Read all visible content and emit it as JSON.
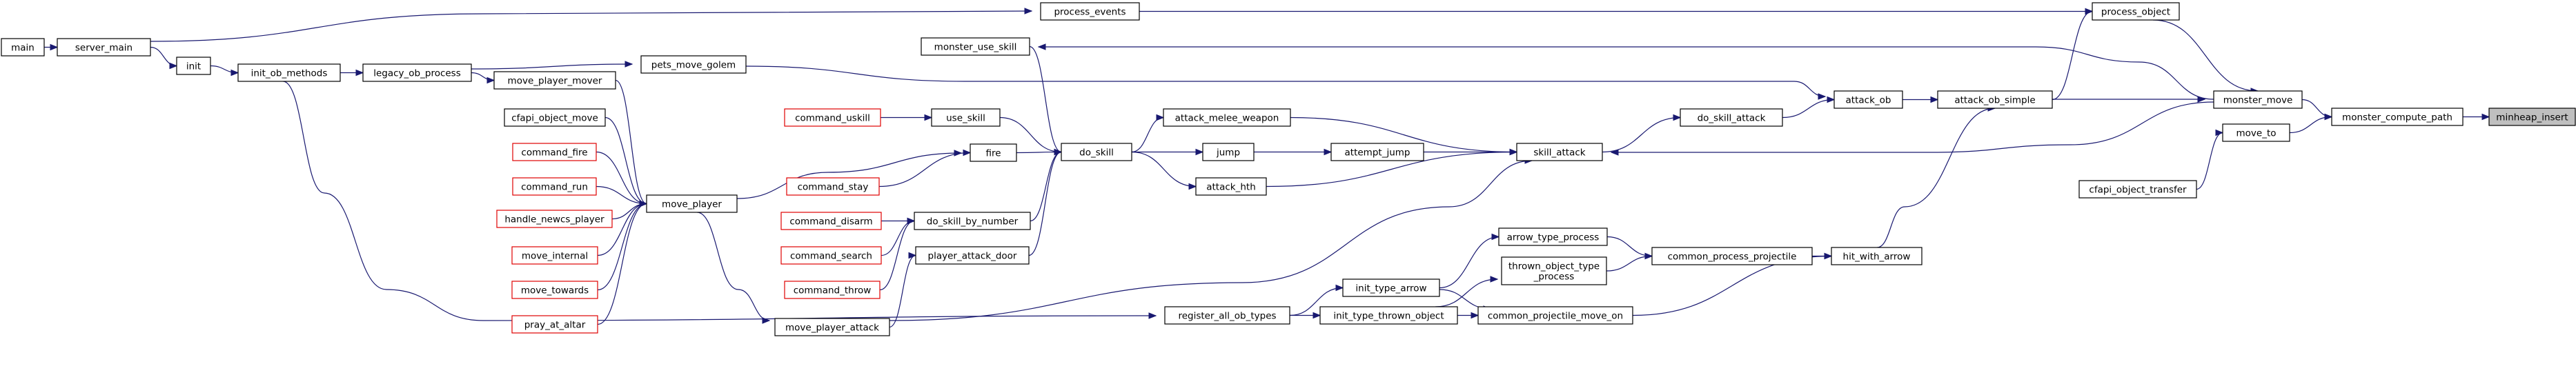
{
  "colors": {
    "edge": "#191970",
    "node_border": "#000000",
    "node_border_external": "#e00000",
    "node_fill": "#ffffff",
    "node_fill_root": "#bfbfbf"
  },
  "graph": {
    "type": "caller-graph",
    "nodes": [
      {
        "id": "main",
        "label": [
          "main"
        ],
        "style": "normal"
      },
      {
        "id": "server_main",
        "label": [
          "server_main"
        ],
        "style": "normal"
      },
      {
        "id": "init",
        "label": [
          "init"
        ],
        "style": "normal"
      },
      {
        "id": "init_ob_methods",
        "label": [
          "init_ob_methods"
        ],
        "style": "normal"
      },
      {
        "id": "legacy_ob_process",
        "label": [
          "legacy_ob_process"
        ],
        "style": "normal"
      },
      {
        "id": "process_events",
        "label": [
          "process_events"
        ],
        "style": "normal"
      },
      {
        "id": "move_player_mover",
        "label": [
          "move_player_mover"
        ],
        "style": "normal"
      },
      {
        "id": "pets_move_golem",
        "label": [
          "pets_move_golem"
        ],
        "style": "normal"
      },
      {
        "id": "cfapi_object_move",
        "label": [
          "cfapi_object_move"
        ],
        "style": "normal"
      },
      {
        "id": "command_fire",
        "label": [
          "command_fire"
        ],
        "style": "external"
      },
      {
        "id": "command_run",
        "label": [
          "command_run"
        ],
        "style": "external"
      },
      {
        "id": "handle_newcs_player",
        "label": [
          "handle_newcs_player"
        ],
        "style": "external"
      },
      {
        "id": "move_internal",
        "label": [
          "move_internal"
        ],
        "style": "external"
      },
      {
        "id": "move_towards",
        "label": [
          "move_towards"
        ],
        "style": "external"
      },
      {
        "id": "pray_at_altar",
        "label": [
          "pray_at_altar"
        ],
        "style": "external"
      },
      {
        "id": "move_player",
        "label": [
          "move_player"
        ],
        "style": "normal"
      },
      {
        "id": "move_player_attack",
        "label": [
          "move_player_attack"
        ],
        "style": "normal"
      },
      {
        "id": "monster_use_skill",
        "label": [
          "monster_use_skill"
        ],
        "style": "normal"
      },
      {
        "id": "command_uskill",
        "label": [
          "command_uskill"
        ],
        "style": "external"
      },
      {
        "id": "use_skill",
        "label": [
          "use_skill"
        ],
        "style": "normal"
      },
      {
        "id": "fire",
        "label": [
          "fire"
        ],
        "style": "normal"
      },
      {
        "id": "command_stay",
        "label": [
          "command_stay"
        ],
        "style": "external"
      },
      {
        "id": "command_disarm",
        "label": [
          "command_disarm"
        ],
        "style": "external"
      },
      {
        "id": "command_search",
        "label": [
          "command_search"
        ],
        "style": "external"
      },
      {
        "id": "command_throw",
        "label": [
          "command_throw"
        ],
        "style": "external"
      },
      {
        "id": "do_skill_by_number",
        "label": [
          "do_skill_by_number"
        ],
        "style": "normal"
      },
      {
        "id": "player_attack_door",
        "label": [
          "player_attack_door"
        ],
        "style": "normal"
      },
      {
        "id": "do_skill",
        "label": [
          "do_skill"
        ],
        "style": "normal"
      },
      {
        "id": "attack_melee_weapon",
        "label": [
          "attack_melee_weapon"
        ],
        "style": "normal"
      },
      {
        "id": "jump",
        "label": [
          "jump"
        ],
        "style": "normal"
      },
      {
        "id": "attack_hth",
        "label": [
          "attack_hth"
        ],
        "style": "normal"
      },
      {
        "id": "attempt_jump",
        "label": [
          "attempt_jump"
        ],
        "style": "normal"
      },
      {
        "id": "skill_attack",
        "label": [
          "skill_attack"
        ],
        "style": "normal"
      },
      {
        "id": "do_skill_attack",
        "label": [
          "do_skill_attack"
        ],
        "style": "normal"
      },
      {
        "id": "attack_ob",
        "label": [
          "attack_ob"
        ],
        "style": "normal"
      },
      {
        "id": "attack_ob_simple",
        "label": [
          "attack_ob_simple"
        ],
        "style": "normal"
      },
      {
        "id": "process_object",
        "label": [
          "process_object"
        ],
        "style": "normal"
      },
      {
        "id": "monster_move",
        "label": [
          "monster_move"
        ],
        "style": "normal"
      },
      {
        "id": "move_to",
        "label": [
          "move_to"
        ],
        "style": "normal"
      },
      {
        "id": "cfapi_object_transfer",
        "label": [
          "cfapi_object_transfer"
        ],
        "style": "normal"
      },
      {
        "id": "monster_compute_path",
        "label": [
          "monster_compute_path"
        ],
        "style": "normal"
      },
      {
        "id": "minheap_insert",
        "label": [
          "minheap_insert"
        ],
        "style": "root"
      },
      {
        "id": "arrow_type_process",
        "label": [
          "arrow_type_process"
        ],
        "style": "normal"
      },
      {
        "id": "thrown_object_type_process",
        "label": [
          "thrown_object_type",
          "_process"
        ],
        "style": "normal"
      },
      {
        "id": "common_process_projectile",
        "label": [
          "common_process_projectile"
        ],
        "style": "normal"
      },
      {
        "id": "hit_with_arrow",
        "label": [
          "hit_with_arrow"
        ],
        "style": "normal"
      },
      {
        "id": "init_type_arrow",
        "label": [
          "init_type_arrow"
        ],
        "style": "normal"
      },
      {
        "id": "register_all_ob_types",
        "label": [
          "register_all_ob_types"
        ],
        "style": "normal"
      },
      {
        "id": "init_type_thrown_object",
        "label": [
          "init_type_thrown_object"
        ],
        "style": "normal"
      },
      {
        "id": "common_projectile_move_on",
        "label": [
          "common_projectile_move_on"
        ],
        "style": "normal"
      }
    ],
    "edges": [
      {
        "from": "main",
        "to": "server_main"
      },
      {
        "from": "server_main",
        "to": "process_events"
      },
      {
        "from": "server_main",
        "to": "init"
      },
      {
        "from": "init",
        "to": "init_ob_methods"
      },
      {
        "from": "init_ob_methods",
        "to": "legacy_ob_process"
      },
      {
        "from": "init_ob_methods",
        "to": "register_all_ob_types"
      },
      {
        "from": "legacy_ob_process",
        "to": "pets_move_golem"
      },
      {
        "from": "legacy_ob_process",
        "to": "move_player_mover"
      },
      {
        "from": "process_events",
        "to": "process_object"
      },
      {
        "from": "pets_move_golem",
        "to": "attack_ob"
      },
      {
        "from": "move_player_mover",
        "to": "move_player"
      },
      {
        "from": "cfapi_object_move",
        "to": "move_player"
      },
      {
        "from": "command_fire",
        "to": "move_player"
      },
      {
        "from": "command_run",
        "to": "move_player"
      },
      {
        "from": "handle_newcs_player",
        "to": "move_player"
      },
      {
        "from": "move_internal",
        "to": "move_player"
      },
      {
        "from": "move_towards",
        "to": "move_player"
      },
      {
        "from": "pray_at_altar",
        "to": "move_player"
      },
      {
        "from": "move_player",
        "to": "fire"
      },
      {
        "from": "move_player",
        "to": "move_player_attack"
      },
      {
        "from": "monster_use_skill",
        "to": "do_skill"
      },
      {
        "from": "command_uskill",
        "to": "use_skill"
      },
      {
        "from": "use_skill",
        "to": "do_skill"
      },
      {
        "from": "fire",
        "to": "do_skill"
      },
      {
        "from": "command_stay",
        "to": "fire"
      },
      {
        "from": "command_disarm",
        "to": "do_skill_by_number"
      },
      {
        "from": "command_search",
        "to": "do_skill_by_number"
      },
      {
        "from": "command_throw",
        "to": "do_skill_by_number"
      },
      {
        "from": "do_skill_by_number",
        "to": "do_skill"
      },
      {
        "from": "move_player_attack",
        "to": "player_attack_door"
      },
      {
        "from": "player_attack_door",
        "to": "do_skill"
      },
      {
        "from": "move_player_attack",
        "to": "skill_attack"
      },
      {
        "from": "do_skill",
        "to": "attack_melee_weapon"
      },
      {
        "from": "do_skill",
        "to": "jump"
      },
      {
        "from": "do_skill",
        "to": "attack_hth"
      },
      {
        "from": "jump",
        "to": "attempt_jump"
      },
      {
        "from": "attempt_jump",
        "to": "skill_attack"
      },
      {
        "from": "attack_melee_weapon",
        "to": "skill_attack"
      },
      {
        "from": "attack_hth",
        "to": "skill_attack"
      },
      {
        "from": "skill_attack",
        "to": "do_skill_attack"
      },
      {
        "from": "do_skill_attack",
        "to": "attack_ob"
      },
      {
        "from": "attack_ob",
        "to": "attack_ob_simple"
      },
      {
        "from": "attack_ob_simple",
        "to": "process_object"
      },
      {
        "from": "attack_ob_simple",
        "to": "monster_move"
      },
      {
        "from": "hit_with_arrow",
        "to": "attack_ob_simple"
      },
      {
        "from": "process_object",
        "to": "monster_move"
      },
      {
        "from": "monster_move",
        "to": "monster_use_skill"
      },
      {
        "from": "monster_move",
        "to": "skill_attack"
      },
      {
        "from": "monster_move",
        "to": "monster_compute_path"
      },
      {
        "from": "move_to",
        "to": "monster_compute_path"
      },
      {
        "from": "cfapi_object_transfer",
        "to": "move_to"
      },
      {
        "from": "monster_compute_path",
        "to": "minheap_insert"
      },
      {
        "from": "register_all_ob_types",
        "to": "init_type_arrow"
      },
      {
        "from": "register_all_ob_types",
        "to": "init_type_thrown_object"
      },
      {
        "from": "init_type_arrow",
        "to": "arrow_type_process"
      },
      {
        "from": "init_type_arrow",
        "to": "common_projectile_move_on"
      },
      {
        "from": "init_type_thrown_object",
        "to": "thrown_object_type_process"
      },
      {
        "from": "init_type_thrown_object",
        "to": "common_projectile_move_on"
      },
      {
        "from": "arrow_type_process",
        "to": "common_process_projectile"
      },
      {
        "from": "thrown_object_type_process",
        "to": "common_process_projectile"
      },
      {
        "from": "common_process_projectile",
        "to": "hit_with_arrow"
      },
      {
        "from": "common_projectile_move_on",
        "to": "hit_with_arrow"
      }
    ]
  }
}
